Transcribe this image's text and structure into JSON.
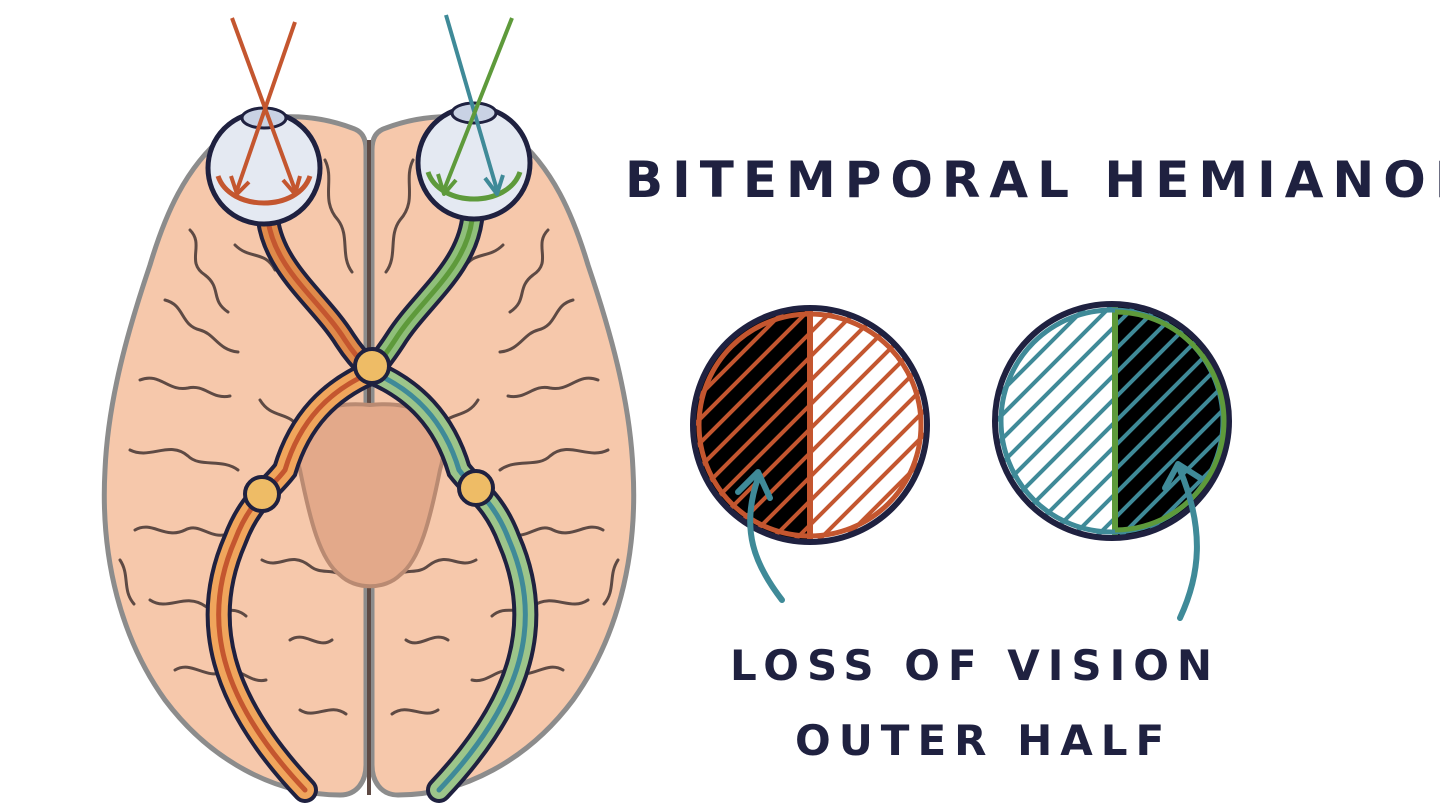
{
  "title": "BITEMPORAL HEMIANOPIA",
  "caption": {
    "line1": "LOSS OF VISION",
    "line2": "OUTER HALF"
  },
  "colors": {
    "background": "#ffffff",
    "ink": "#1f2140",
    "brain": "#f6c8ab",
    "brain_outline": "#8c8c8c",
    "gyri": "#5e4a44",
    "thalamus": "#e3a98a",
    "chiasm": "#eebc66",
    "left_eye_pathway": "#c4562f",
    "right_eye_pathway_green": "#5e9a3b",
    "right_eye_pathway_teal": "#3f8a98",
    "eyeball": "#e4e9f2",
    "field_loss": "#000000"
  },
  "icons": {
    "left_eye": "eyeball-icon",
    "right_eye": "eyeball-icon",
    "left_visual_field": "hatched-circle-icon",
    "right_visual_field": "hatched-circle-icon",
    "pointer_arrows": "curved-arrow-icon"
  },
  "visual_fields": [
    {
      "eye": "left",
      "lost_half": "left",
      "outline_color": "#c4562f"
    },
    {
      "eye": "right",
      "lost_half": "right",
      "outline_color": "#5e9a3b"
    }
  ]
}
